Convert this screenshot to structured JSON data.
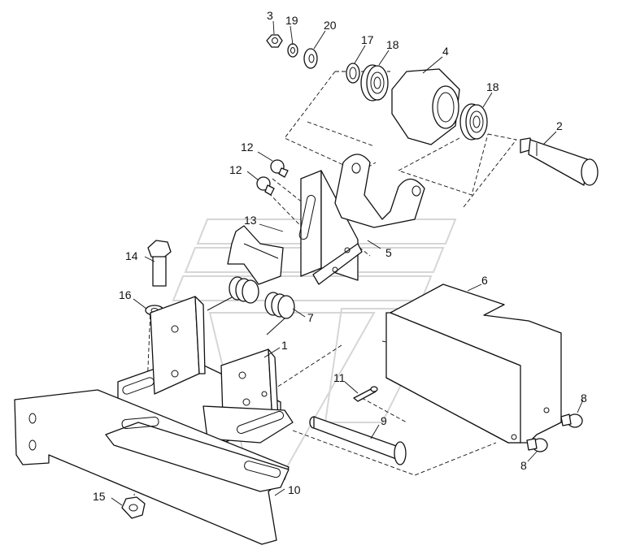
{
  "diagram": {
    "callouts": [
      {
        "id": "c3",
        "text": "3"
      },
      {
        "id": "c19",
        "text": "19"
      },
      {
        "id": "c20",
        "text": "20"
      },
      {
        "id": "c17",
        "text": "17"
      },
      {
        "id": "c18a",
        "text": "18"
      },
      {
        "id": "c4",
        "text": "4"
      },
      {
        "id": "c18b",
        "text": "18"
      },
      {
        "id": "c2",
        "text": "2"
      },
      {
        "id": "c12a",
        "text": "12"
      },
      {
        "id": "c12b",
        "text": "12"
      },
      {
        "id": "c13",
        "text": "13"
      },
      {
        "id": "c5",
        "text": "5"
      },
      {
        "id": "c14",
        "text": "14"
      },
      {
        "id": "c16",
        "text": "16"
      },
      {
        "id": "c7",
        "text": "7"
      },
      {
        "id": "c6",
        "text": "6"
      },
      {
        "id": "c1",
        "text": "1"
      },
      {
        "id": "c11",
        "text": "11"
      },
      {
        "id": "c9",
        "text": "9"
      },
      {
        "id": "c8a",
        "text": "8"
      },
      {
        "id": "c8b",
        "text": "8"
      },
      {
        "id": "c15",
        "text": "15"
      },
      {
        "id": "c10",
        "text": "10"
      }
    ],
    "colors": {
      "line": "#111111",
      "background": "#ffffff",
      "watermark": "#d6d6d6"
    }
  }
}
